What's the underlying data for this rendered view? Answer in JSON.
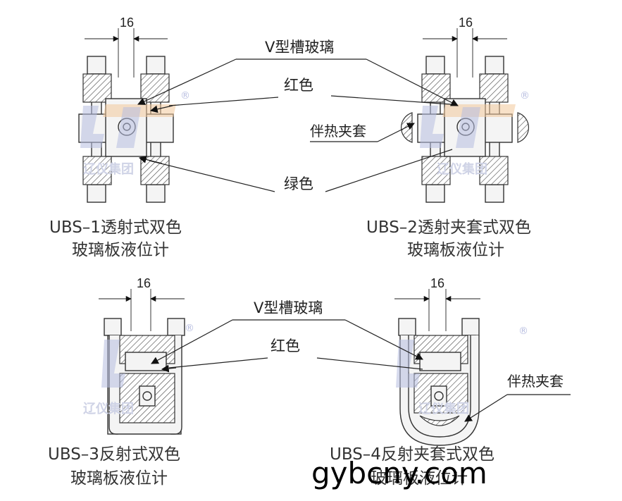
{
  "colors": {
    "watermark_blue": "#b7bde0",
    "watermark_orange": "#f3c89b",
    "ink": "#222222"
  },
  "dimension": "16",
  "callouts": {
    "top": {
      "v_glass": "V型槽玻璃",
      "red": "红色",
      "heat_jacket": "伴热夹套",
      "green": "绿色"
    },
    "bottom": {
      "v_glass": "V型槽玻璃",
      "red": "红色",
      "heat_jacket": "伴热夹套"
    }
  },
  "captions": {
    "ubs1": {
      "line1": "UBS–1透射式双色",
      "line2": "玻璃板液位计"
    },
    "ubs2": {
      "line1": "UBS–2透射夹套式双色",
      "line2": "玻璃板液位计"
    },
    "ubs3": {
      "line1": "UBS–3反射式双色",
      "line2": "玻璃板液位计"
    },
    "ubs4": {
      "line1": "UBS–4反射夹套式双色",
      "line2": "玻璃板液位计"
    }
  },
  "watermark": {
    "text": "辽仪集团",
    "registered": "®",
    "icon": "liaoyi-logo-icon"
  },
  "site_text": "gybcny.com"
}
